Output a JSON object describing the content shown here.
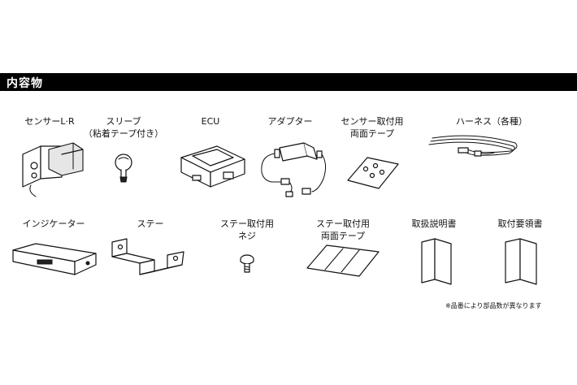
{
  "header": {
    "title": "内容物"
  },
  "items": [
    {
      "label": "センサーL·R",
      "icon": "sensor-icon"
    },
    {
      "label": "スリーブ",
      "sublabel": "（粘着テープ付き）",
      "icon": "sleeve-icon"
    },
    {
      "label": "ECU",
      "icon": "ecu-icon"
    },
    {
      "label": "アダプター",
      "icon": "adapter-icon"
    },
    {
      "label": "センサー取付用",
      "sublabel": "両面テープ",
      "icon": "sensor-tape-icon"
    },
    {
      "label": "ハーネス（各種）",
      "icon": "harness-icon"
    },
    {
      "label": "インジケーター",
      "icon": "indicator-icon"
    },
    {
      "label": "ステー",
      "icon": "stay-icon"
    },
    {
      "label": "ステー取付用",
      "sublabel": "ネジ",
      "icon": "screw-icon"
    },
    {
      "label": "ステー取付用",
      "sublabel": "両面テープ",
      "icon": "stay-tape-icon"
    },
    {
      "label": "取扱説明書",
      "icon": "manual-icon"
    },
    {
      "label": "取付要領書",
      "icon": "install-guide-icon"
    }
  ],
  "footnote": "※品番により部品数が異なります"
}
